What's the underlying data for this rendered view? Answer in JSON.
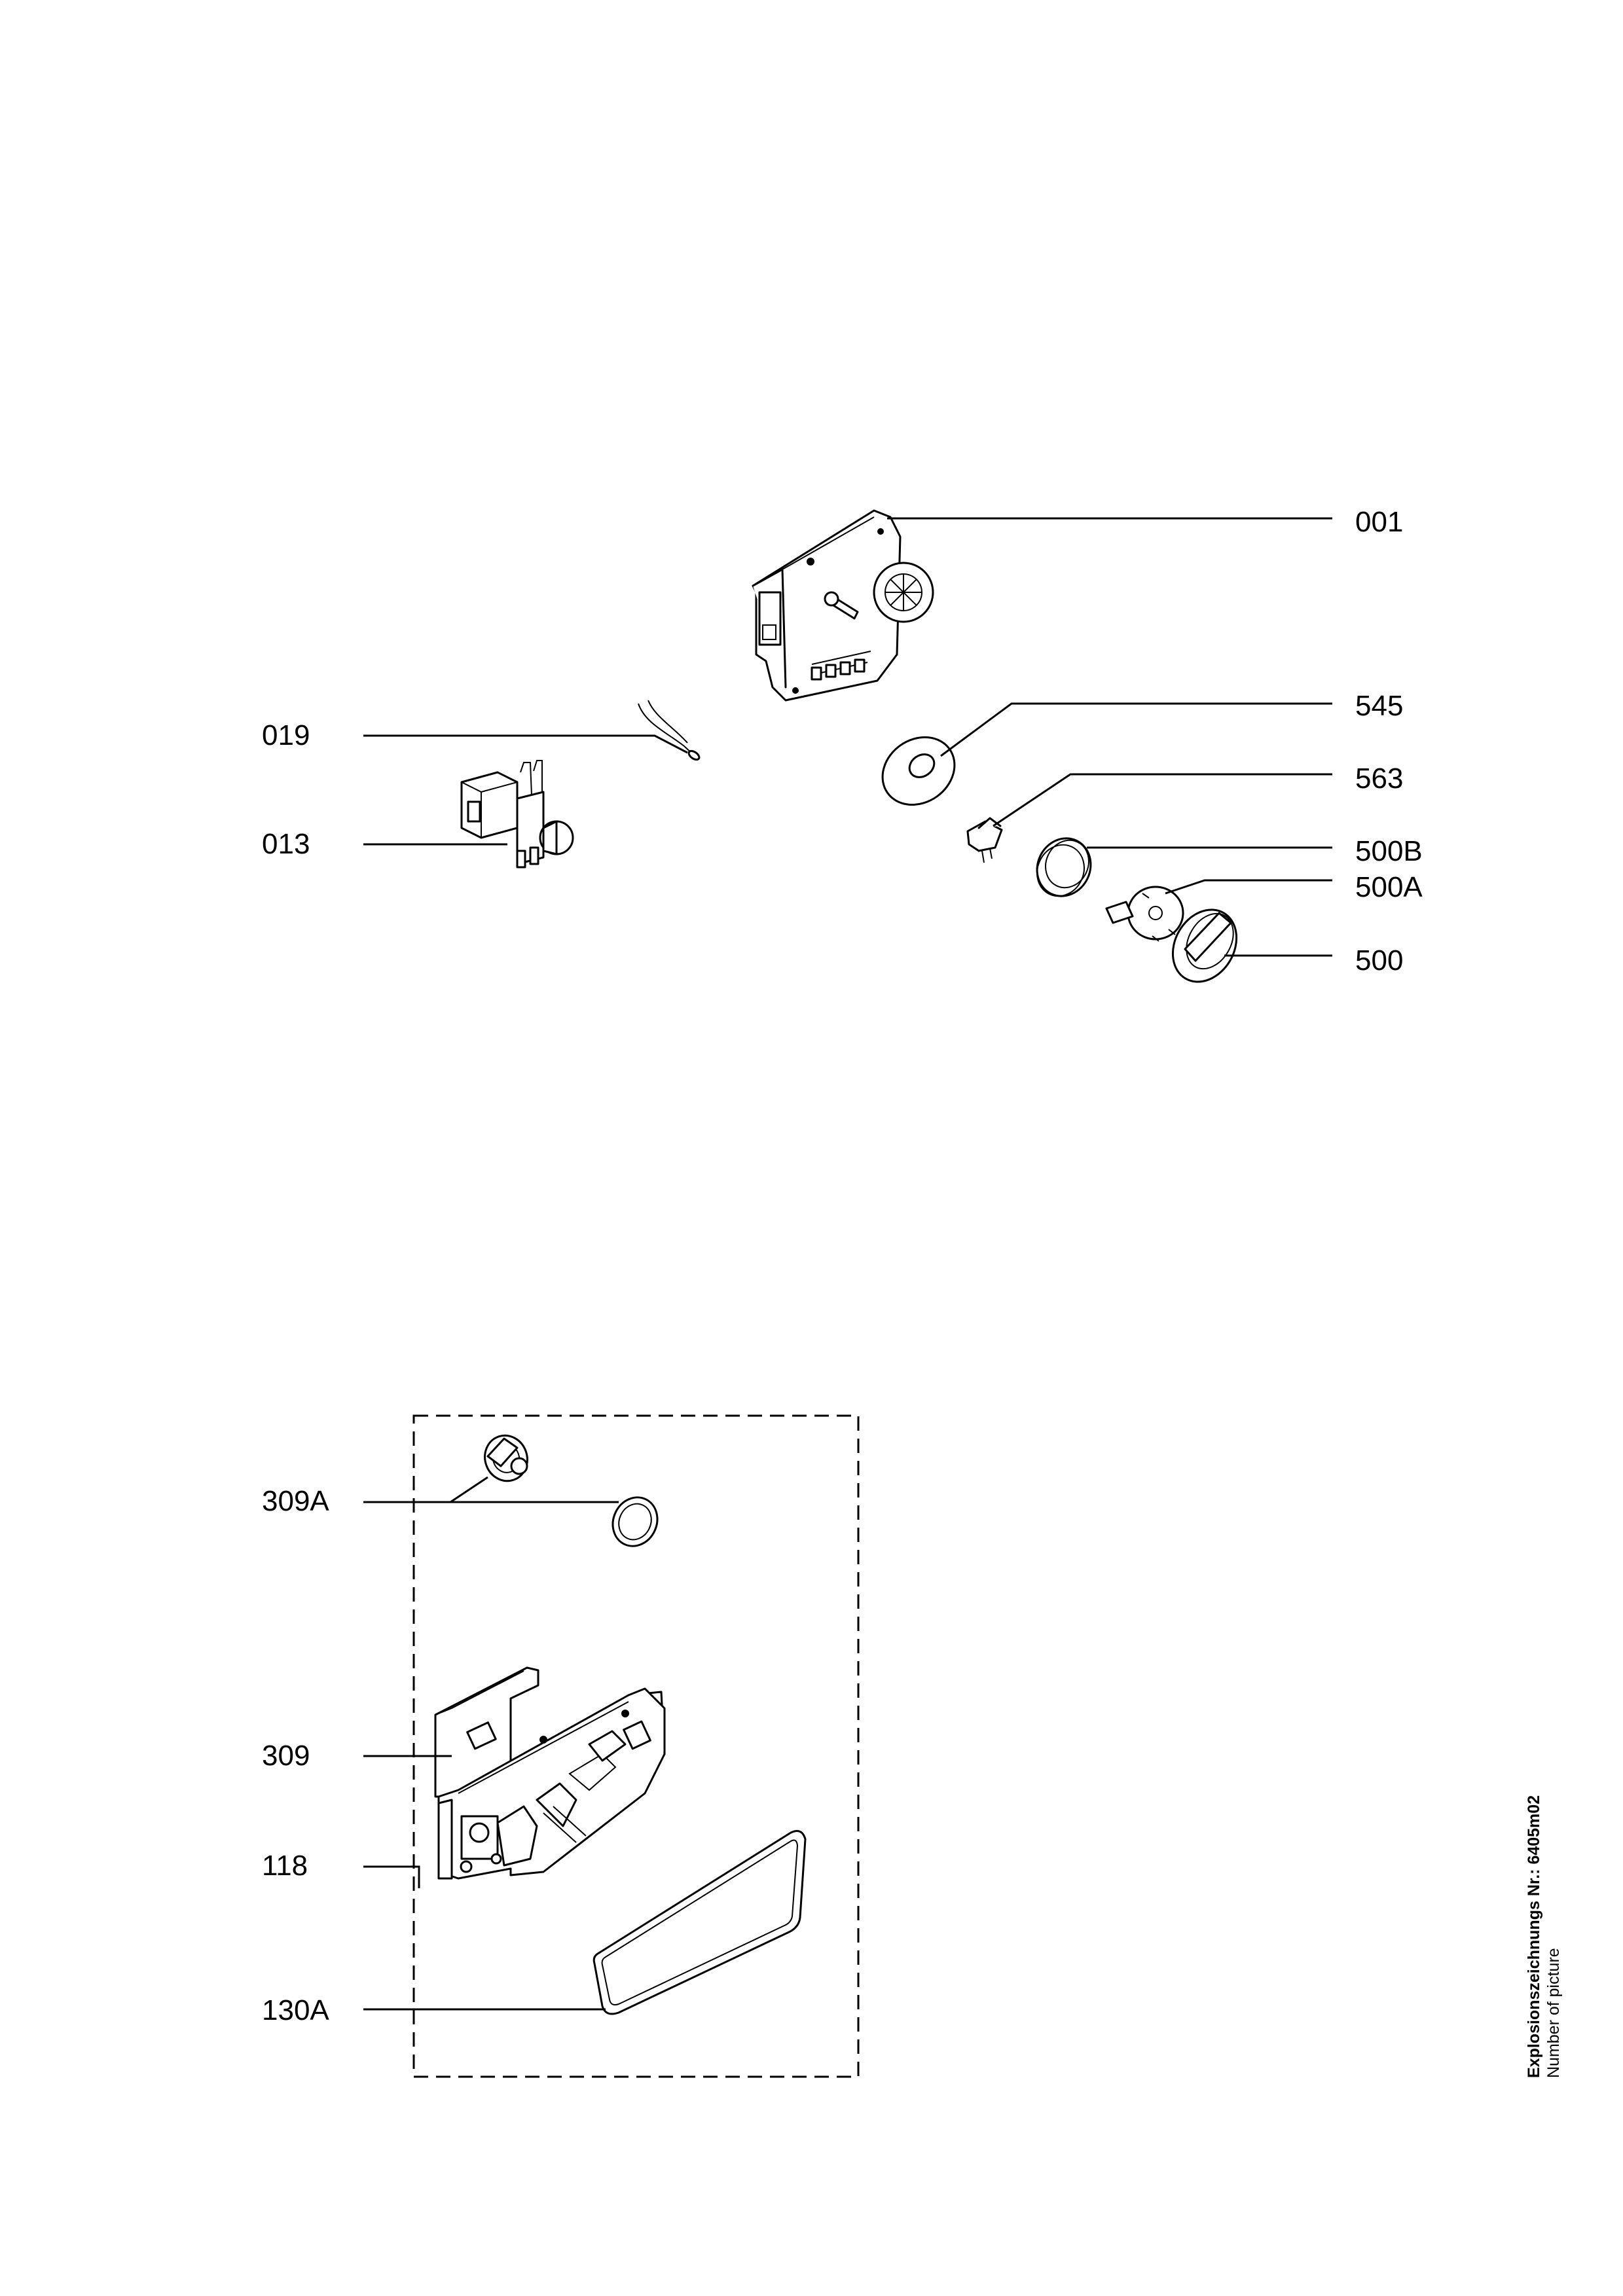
{
  "labels": {
    "p001": "001",
    "p545": "545",
    "p563": "563",
    "p500B": "500B",
    "p500A": "500A",
    "p500": "500",
    "p019": "019",
    "p013": "013",
    "p309A": "309A",
    "p309": "309",
    "p118": "118",
    "p130A": "130A"
  },
  "caption": {
    "line1": "Explosionszeichnungs Nr.: 6405m02",
    "line2": "Number of picture"
  }
}
